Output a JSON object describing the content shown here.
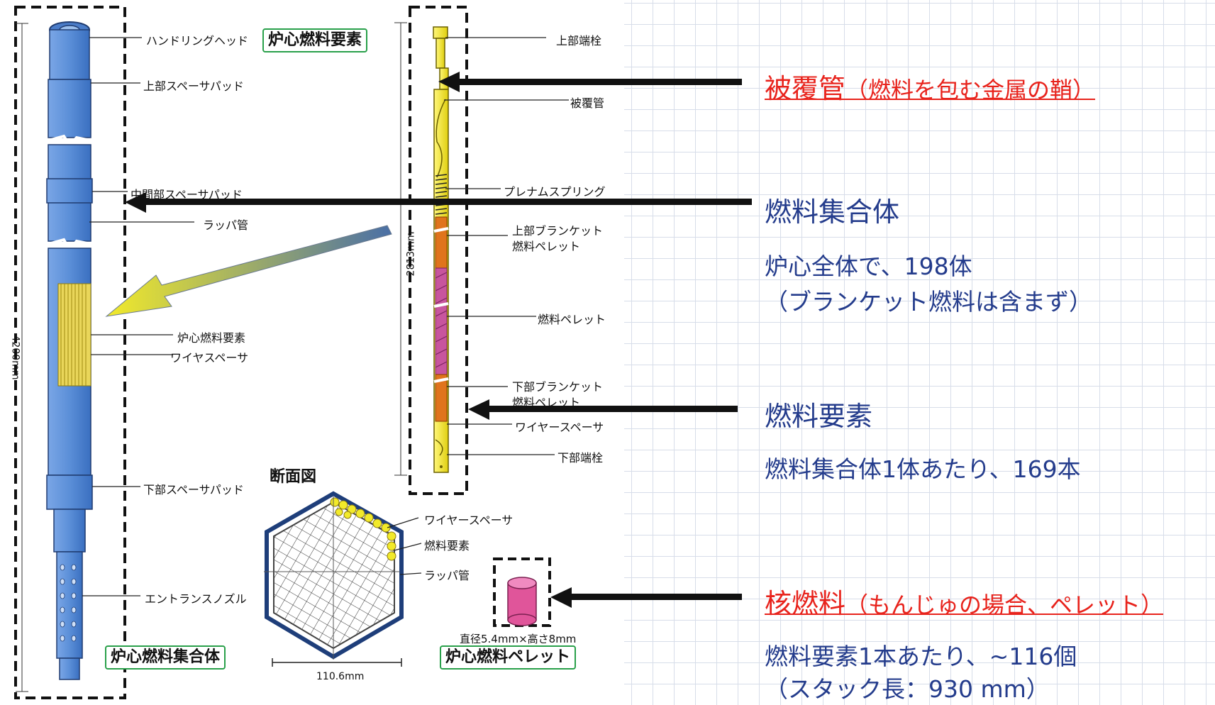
{
  "assembly": {
    "title": "炉心燃料集合体",
    "labels": {
      "handling_head": "ハンドリングヘッド",
      "upper_pad": "上部スペーサパッド",
      "middle_pad": "中間部スペーサパッド",
      "wrapper_tube": "ラッパ管",
      "core_fuel_element": "炉心燃料要素",
      "wire_spacer": "ワイヤスペーサ",
      "lower_pad": "下部スペーサパッド",
      "entrance_nozzle": "エントランスノズル"
    },
    "height_dim": "4200mm"
  },
  "element": {
    "title": "炉心燃料要素",
    "labels": {
      "upper_end_plug": "上部端栓",
      "cladding": "被覆管",
      "plenum_spring": "プレナムスプリング",
      "upper_blanket": "上部ブランケット",
      "upper_blanket_2": "燃料ペレット",
      "fuel_pellet": "燃料ペレット",
      "lower_blanket": "下部ブランケット",
      "lower_blanket_2": "燃料ペレット",
      "wire_spacer": "ワイヤースペーサ",
      "lower_end_plug": "下部端栓"
    },
    "length_dim": "2813mm"
  },
  "cross_section": {
    "title": "断面図",
    "labels": {
      "wire_spacer": "ワイヤースペーサ",
      "fuel_element": "燃料要素",
      "wrapper_tube": "ラッパ管"
    },
    "width_dim": "110.6mm"
  },
  "pellet": {
    "title": "炉心燃料ペレット",
    "size": "直径5.4mm×高さ8mm"
  },
  "right": {
    "cladding": {
      "main": "被覆管",
      "paren": "（燃料を包む金属の鞘）"
    },
    "assembly": {
      "main": "燃料集合体",
      "desc1": "炉心全体で、198体",
      "desc2": "（ブランケット燃料は含まず）"
    },
    "element": {
      "main": "燃料要素",
      "desc1": "燃料集合体1体あたり、169本"
    },
    "nuclear_fuel": {
      "main": "核燃料",
      "paren": "（もんじゅの場合、ペレット）"
    },
    "pellet_count": {
      "desc1": "燃料要素1本あたり、~116個",
      "desc2": "（スタック長：930 mm）"
    }
  },
  "colors": {
    "assembly_blue": "#5b8fd8",
    "element_yellow": "#f2ea2a",
    "pellet_pink": "#e0559a",
    "red_text": "#e8231c",
    "blue_text": "#243c8c",
    "box_green": "#29a04a"
  }
}
